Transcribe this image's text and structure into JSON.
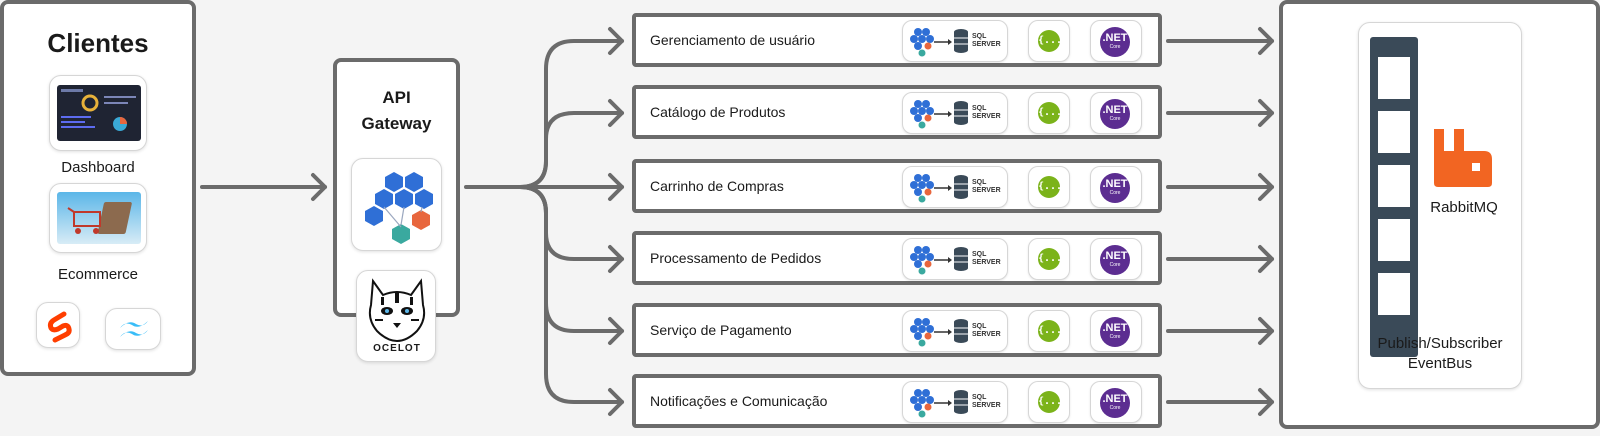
{
  "clients": {
    "title": "Clientes",
    "dashboard_label": "Dashboard",
    "ecommerce_label": "Ecommerce",
    "icons": [
      "svelte-icon",
      "tailwind-icon"
    ]
  },
  "gateway": {
    "title_line1": "API",
    "title_line2": "Gateway",
    "ocelot_label": "OCELOT"
  },
  "services": [
    {
      "name": "Gerenciamento de usuário"
    },
    {
      "name": "Catálogo de Produtos"
    },
    {
      "name": "Carrinho de Compras"
    },
    {
      "name": "Processamento de Pedidos"
    },
    {
      "name": "Serviço de Pagamento"
    },
    {
      "name": "Notificações e Comunicação"
    }
  ],
  "service_badges": {
    "sql_line1": "SQL",
    "sql_line2": "SERVER",
    "json_glyph": "{...}",
    "net_line1": ".NET",
    "net_line2": "Core"
  },
  "eventbus": {
    "rabbit_label": "RabbitMQ",
    "bus_line1": "Publish/Subscriber",
    "bus_line2": "EventBus"
  },
  "colors": {
    "connector": "#6b6b6b",
    "rabbit_orange": "#f26522",
    "dotnet_purple": "#5c2d91",
    "json_green": "#7bb31a",
    "hex_blue": "#2f6fd6",
    "hex_orange": "#e8663d",
    "hex_teal": "#3aa99f",
    "svelte_orange": "#ff3e00",
    "tailwind_cyan": "#38bdf8"
  }
}
